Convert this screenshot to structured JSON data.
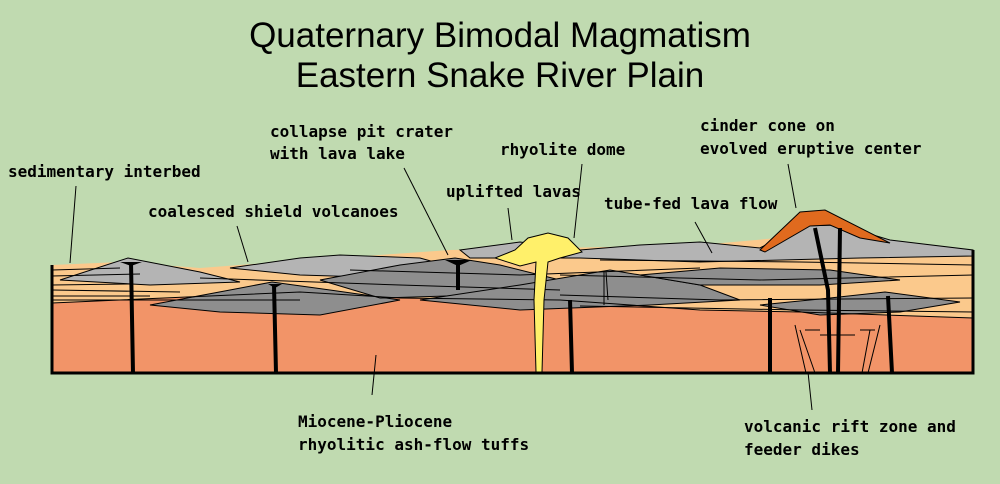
{
  "title": {
    "line1": "Quaternary Bimodal Magmatism",
    "line2": "Eastern Snake River Plain"
  },
  "labels": {
    "sedimentary_interbed": "sedimentary interbed",
    "coalesced_shield": "coalesced shield volcanoes",
    "collapse_pit_1": "collapse pit crater",
    "collapse_pit_2": "with lava lake",
    "rhyolite_dome": "rhyolite dome",
    "uplifted_lavas": "uplifted lavas",
    "tube_fed": "tube-fed lava flow",
    "cinder_cone_1": "cinder cone on",
    "cinder_cone_2": "evolved eruptive center",
    "miocene_1": "Miocene-Pliocene",
    "miocene_2": "rhyolitic ash-flow tuffs",
    "rift_1": "volcanic rift zone and",
    "rift_2": "feeder dikes"
  },
  "colors": {
    "background": "#c0dab0",
    "tuff": "#f29468",
    "sediment": "#fbc98c",
    "basalt_light": "#b4b4b4",
    "basalt_dark": "#8e8e8e",
    "rhyolite": "#fff06a",
    "cinder": "#e06a1e"
  }
}
